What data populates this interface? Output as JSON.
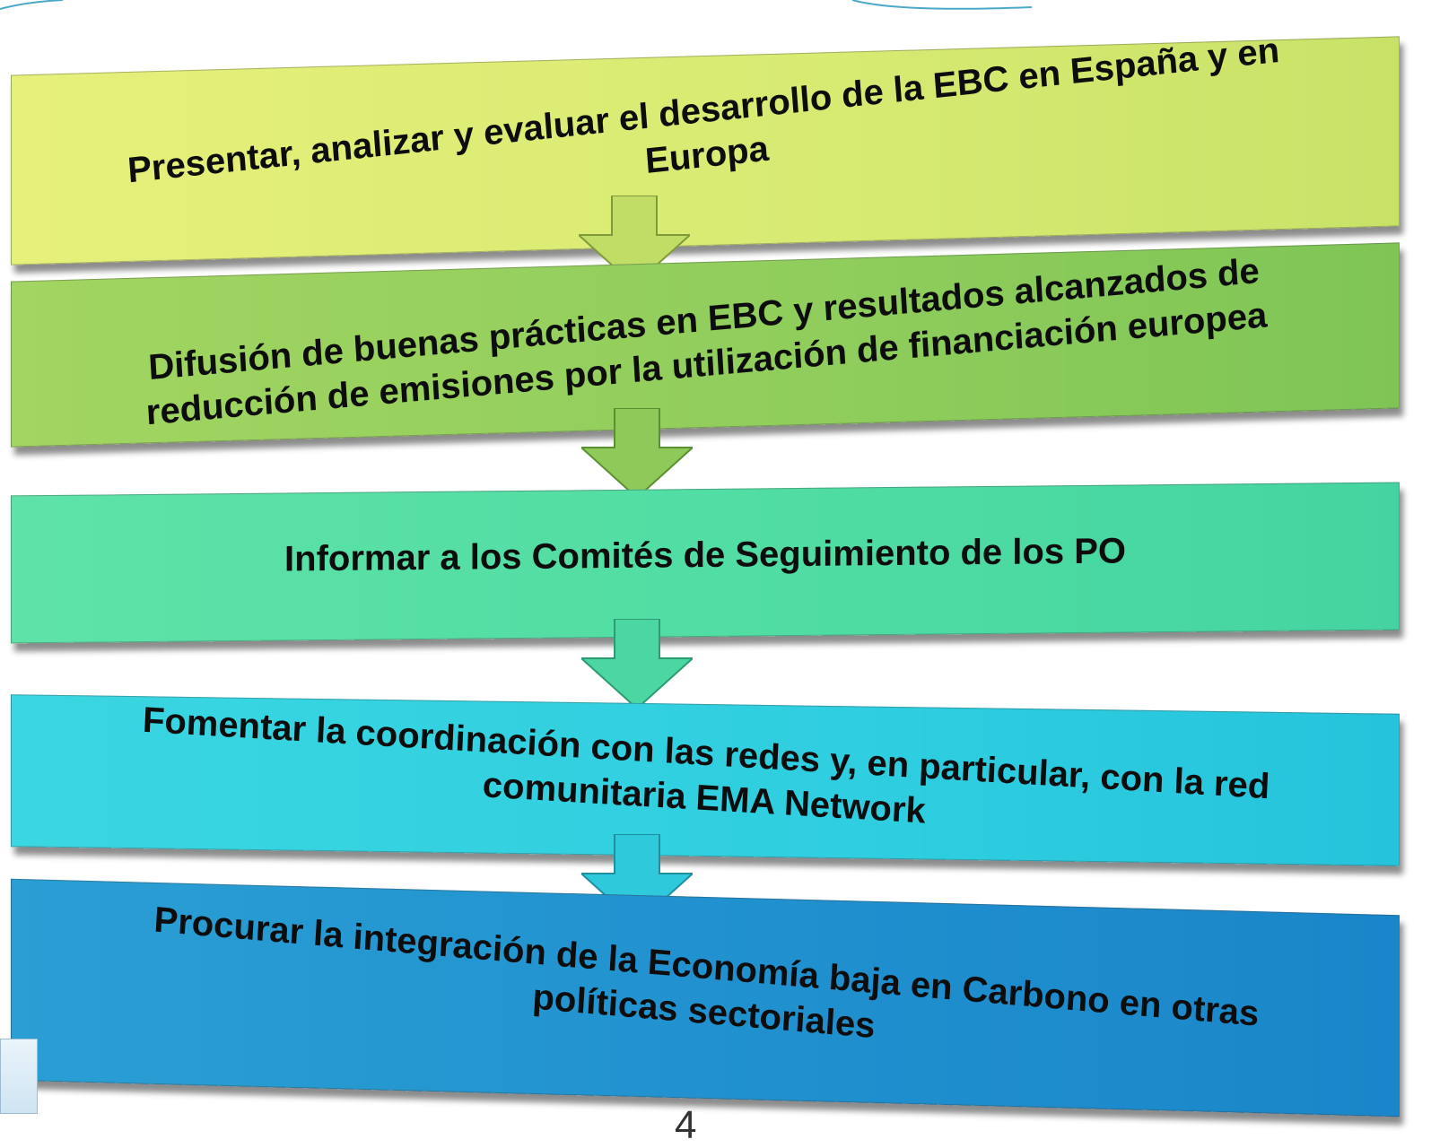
{
  "steps": [
    {
      "text": "Presentar, analizar y evaluar el desarrollo de la EBC en España y en Europa",
      "color": "#d7ea72"
    },
    {
      "text": "Difusión de buenas prácticas en EBC y resultados alcanzados de reducción de emisiones por la utilización de financiación europea",
      "color": "#8fcd5c"
    },
    {
      "text": "Informar a los Comités de Seguimiento de los PO",
      "color": "#4fdca3"
    },
    {
      "text": "Fomentar la coordinación con las redes y, en particular, con la red comunitaria EMA Network",
      "color": "#2fcee0"
    },
    {
      "text": "Procurar la integración de la Economía baja en Carbono en otras políticas sectoriales",
      "color": "#1f8fce"
    }
  ],
  "arrow_colors": [
    "#c2dd66",
    "#8ec95a",
    "#4cd6a2",
    "#2fc9dc"
  ],
  "page_number": "4"
}
